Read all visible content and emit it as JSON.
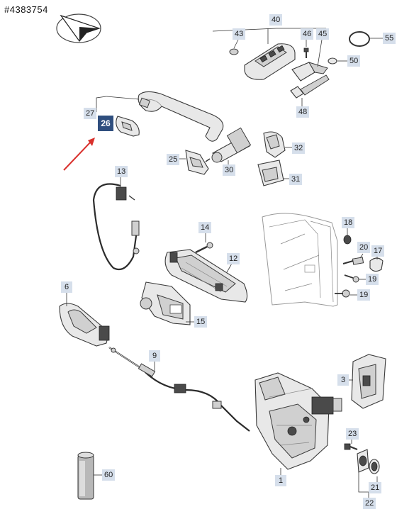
{
  "reference_number": "#4383754",
  "highlight_color": "#2f4e7e",
  "callout_color": "#d6dfeb",
  "arrow_color": "#d9302c",
  "callouts": {
    "c1": "1",
    "c3": "3",
    "c6": "6",
    "c9": "9",
    "c12": "12",
    "c13": "13",
    "c14": "14",
    "c15": "15",
    "c17": "17",
    "c18": "18",
    "c19a": "19",
    "c19b": "19",
    "c20": "20",
    "c21": "21",
    "c22": "22",
    "c23": "23",
    "c25": "25",
    "c26": "26",
    "c27": "27",
    "c30": "30",
    "c31": "31",
    "c32": "32",
    "c40": "40",
    "c43": "43",
    "c45": "45",
    "c46": "46",
    "c48": "48",
    "c50": "50",
    "c55": "55",
    "c60": "60"
  }
}
